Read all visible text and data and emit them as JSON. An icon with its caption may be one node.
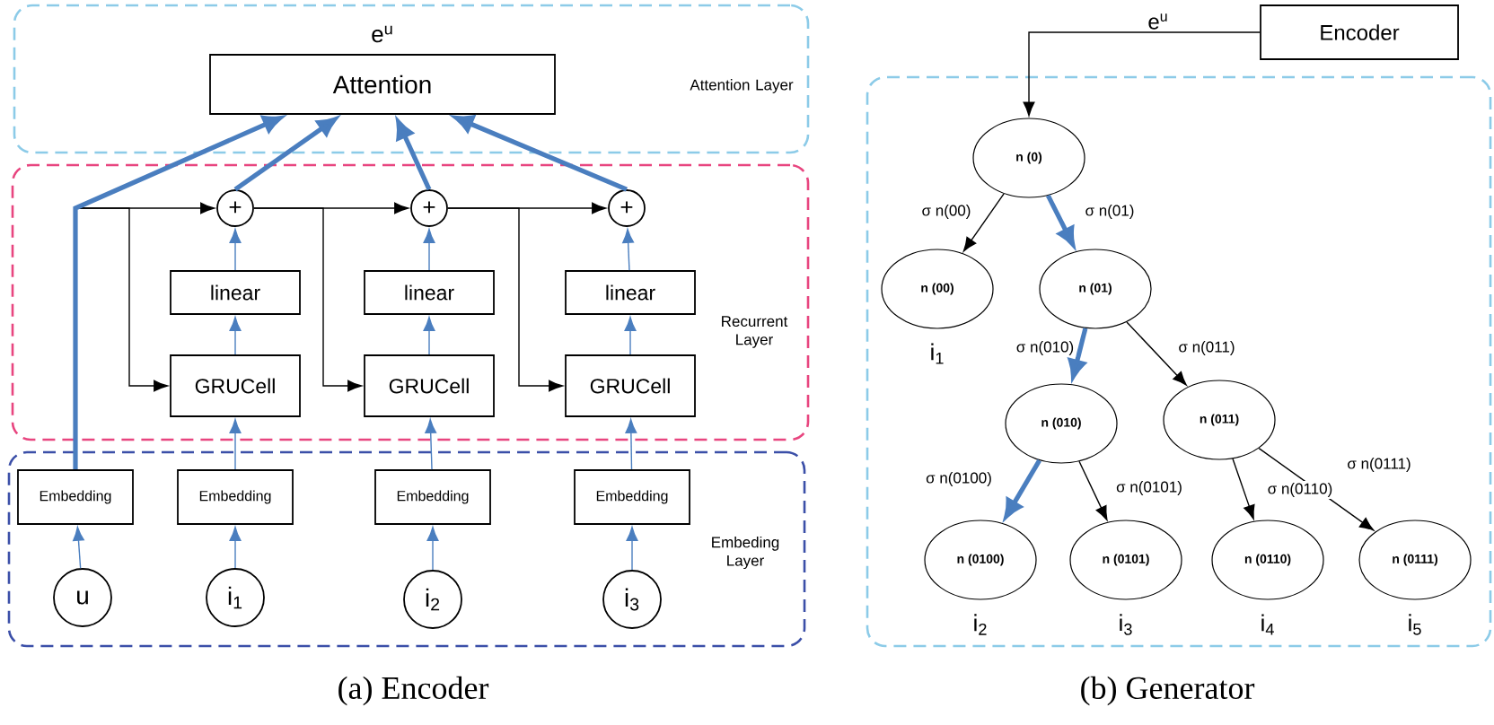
{
  "diagram": {
    "nodes": [
      {
        "text": [
          "Attention Layer"
        ]
      },
      {
        "text": [
          "Attention"
        ],
        "in": 0,
        "beside": [
          "e$^{u}$"
        ]
      },
      {
        "text": [
          "Recurrent Layer"
        ]
      },
      {
        "text": [
          "+"
        ],
        "in": 2
      },
      {
        "text": [
          "+"
        ],
        "in": 2
      },
      {
        "text": [
          "+"
        ],
        "in": 2
      },
      {
        "text": [
          "linear"
        ],
        "in": 2
      },
      {
        "text": [
          "linear"
        ],
        "in": 2
      },
      {
        "text": [
          "linear"
        ],
        "in": 2
      },
      {
        "text": [
          "GRUCell"
        ],
        "in": 2
      },
      {
        "text": [
          "GRUCell"
        ],
        "in": 2
      },
      {
        "text": [
          "GRUCell"
        ],
        "in": 2
      },
      {
        "text": [
          "Embeding Layer"
        ]
      },
      {
        "text": [
          "Embedding"
        ],
        "in": 12
      },
      {
        "text": [
          "Embedding"
        ],
        "in": 12
      },
      {
        "text": [
          "Embedding"
        ],
        "in": 12
      },
      {
        "text": [
          "Embedding"
        ],
        "in": 12
      },
      {
        "text": [
          "u"
        ],
        "in": 12
      },
      {
        "text": [
          "i$_{1}$"
        ],
        "in": 12
      },
      {
        "text": [
          "i$_{2}$"
        ],
        "in": 12
      },
      {
        "text": [
          "i$_{3}$"
        ],
        "in": 12
      },
      {
        "text": [
          "Encoder"
        ]
      },
      {
        "text": [],
        "shape": "box"
      },
      {
        "text": [
          "n (0)"
        ],
        "in": 22
      },
      {
        "text": [
          "n (00)"
        ],
        "in": 22,
        "beside": [
          "i$_{1}$"
        ]
      },
      {
        "text": [
          "n (01)"
        ],
        "in": 22
      },
      {
        "text": [
          "n (010)"
        ],
        "in": 22
      },
      {
        "text": [
          "n (011)"
        ],
        "in": 22
      },
      {
        "text": [
          "n (0100)"
        ],
        "in": 22,
        "beside": [
          "i$_{2}$"
        ]
      },
      {
        "text": [
          "n (0101)"
        ],
        "in": 22,
        "beside": [
          "i$_{3}$"
        ]
      },
      {
        "text": [
          "n (0110)"
        ],
        "in": 22,
        "beside": [
          "i$_{4}$"
        ]
      },
      {
        "text": [
          "n (0111)"
        ],
        "in": 22,
        "beside": [
          "i$_{5}$"
        ]
      }
    ],
    "edges": [
      {
        "from": 17,
        "to": 13,
        "arrow": "to"
      },
      {
        "from": 18,
        "to": 14,
        "arrow": "to"
      },
      {
        "from": 19,
        "to": 15,
        "arrow": "to"
      },
      {
        "from": 20,
        "to": 16,
        "arrow": "to"
      },
      {
        "from": 14,
        "to": 9,
        "arrow": "to"
      },
      {
        "from": 15,
        "to": 10,
        "arrow": "to"
      },
      {
        "from": 16,
        "to": 11,
        "arrow": "to"
      },
      {
        "from": 9,
        "to": 6,
        "arrow": "to"
      },
      {
        "from": 10,
        "to": 7,
        "arrow": "to"
      },
      {
        "from": 11,
        "to": 8,
        "arrow": "to"
      },
      {
        "from": 6,
        "to": 3,
        "arrow": "to"
      },
      {
        "from": 7,
        "to": 4,
        "arrow": "to"
      },
      {
        "from": 8,
        "to": 5,
        "arrow": "to"
      },
      {
        "from": 13,
        "to": 3,
        "arrow": "to",
        "color": "#000000"
      },
      {
        "from": 13,
        "to": 9,
        "arrow": "to",
        "color": "#000000"
      },
      {
        "from": 3,
        "to": 4,
        "arrow": "to",
        "color": "#000000"
      },
      {
        "from": 3,
        "to": 10,
        "arrow": "to",
        "color": "#000000"
      },
      {
        "from": 4,
        "to": 5,
        "arrow": "to",
        "color": "#000000"
      },
      {
        "from": 4,
        "to": 11,
        "arrow": "to",
        "color": "#000000"
      },
      {
        "from": 13,
        "to": 1,
        "arrow": "to",
        "style": "thick"
      },
      {
        "from": 3,
        "to": 1,
        "arrow": "to",
        "style": "thick"
      },
      {
        "from": 4,
        "to": 1,
        "arrow": "to",
        "style": "thick"
      },
      {
        "from": 5,
        "to": 1,
        "arrow": "to",
        "style": "thick"
      },
      {
        "from": 21,
        "to": 23,
        "arrow": "to",
        "color": "#000000",
        "label": "e$^{u}$"
      },
      {
        "from": 23,
        "to": 24,
        "arrow": "to",
        "color": "#000000",
        "label": "σ n(00)"
      },
      {
        "from": 23,
        "to": 25,
        "arrow": "to",
        "style": "thick",
        "label": "σ n(01)"
      },
      {
        "from": 25,
        "to": 26,
        "arrow": "to",
        "style": "thick",
        "label": "σ n(010)"
      },
      {
        "from": 25,
        "to": 27,
        "arrow": "to",
        "color": "#000000",
        "label": "σ n(011)"
      },
      {
        "from": 26,
        "to": 28,
        "arrow": "to",
        "style": "thick",
        "label": "σ n(0100)"
      },
      {
        "from": 26,
        "to": 29,
        "arrow": "to",
        "color": "#000000",
        "label": "σ n(0101)"
      },
      {
        "from": 27,
        "to": 30,
        "arrow": "to",
        "color": "#000000",
        "label": "σ n(0110)"
      },
      {
        "from": 27,
        "to": 31,
        "arrow": "to",
        "color": "#000000",
        "label": "σ n(0111)"
      }
    ],
    "labels": [
      "(a) Encoder",
      "(b) Generator"
    ]
  }
}
